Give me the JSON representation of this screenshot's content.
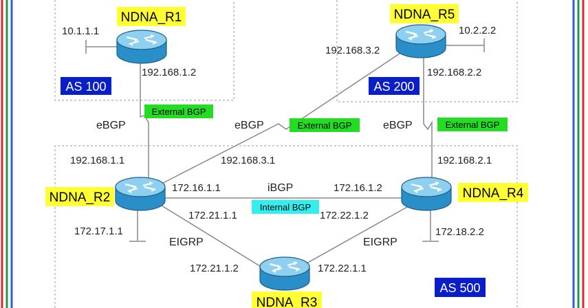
{
  "colors": {
    "border_red": "#e0262c",
    "border_green": "#1e9a4a",
    "border_blue": "#2a5fd0",
    "router_body": "#2a8fc8",
    "router_top": "#8fd0f0",
    "router_label_bg": "#ffff33",
    "as_label_bg": "#0a1ec8",
    "ext_bgp_bg": "#22dd22",
    "int_bgp_bg": "#33eeee",
    "line": "#888888",
    "box_dash": "#999999"
  },
  "routers": {
    "r1": {
      "name": "NDNA_R1",
      "icon": "router-icon"
    },
    "r5": {
      "name": "NDNA_R5",
      "icon": "router-icon"
    },
    "r2": {
      "name": "NDNA_R2",
      "icon": "router-icon"
    },
    "r4": {
      "name": "NDNA_R4",
      "icon": "router-icon"
    },
    "r3": {
      "name": "NDNA_R3",
      "icon": "router-icon"
    }
  },
  "as_labels": {
    "as100": "AS 100",
    "as200": "AS 200",
    "as500": "AS 500"
  },
  "ips": {
    "r1_lan": "10.1.1.1",
    "r1_wan": "192.168.1.2",
    "r5_lan": "10.2.2.2",
    "r5_to_r2": "192.168.3.2",
    "r5_to_r4": "192.168.2.2",
    "r2_to_r1": "192.168.1.1",
    "r2_to_r5": "192.168.3.1",
    "r4_to_r5": "192.168.2.1",
    "r2_ibgp": "172.16.1.1",
    "r4_ibgp": "172.16.1.2",
    "r2_lan": "172.17.1.1",
    "r2_to_r3": "172.21.1.1",
    "r4_to_r3": "172.22.1.2",
    "r4_lan": "172.18.2.2",
    "r3_to_r2": "172.21.1.2",
    "r3_to_r4": "172.22.1.1"
  },
  "protocols": {
    "ebgp_left": "eBGP",
    "ebgp_mid": "eBGP",
    "ebgp_right": "eBGP",
    "ibgp": "iBGP",
    "eigrp_left": "EIGRP",
    "eigrp_right": "EIGRP"
  },
  "tags": {
    "ext_left": "External BGP",
    "ext_mid": "External BGP",
    "ext_right": "External BGP",
    "internal": "Internal BGP"
  }
}
